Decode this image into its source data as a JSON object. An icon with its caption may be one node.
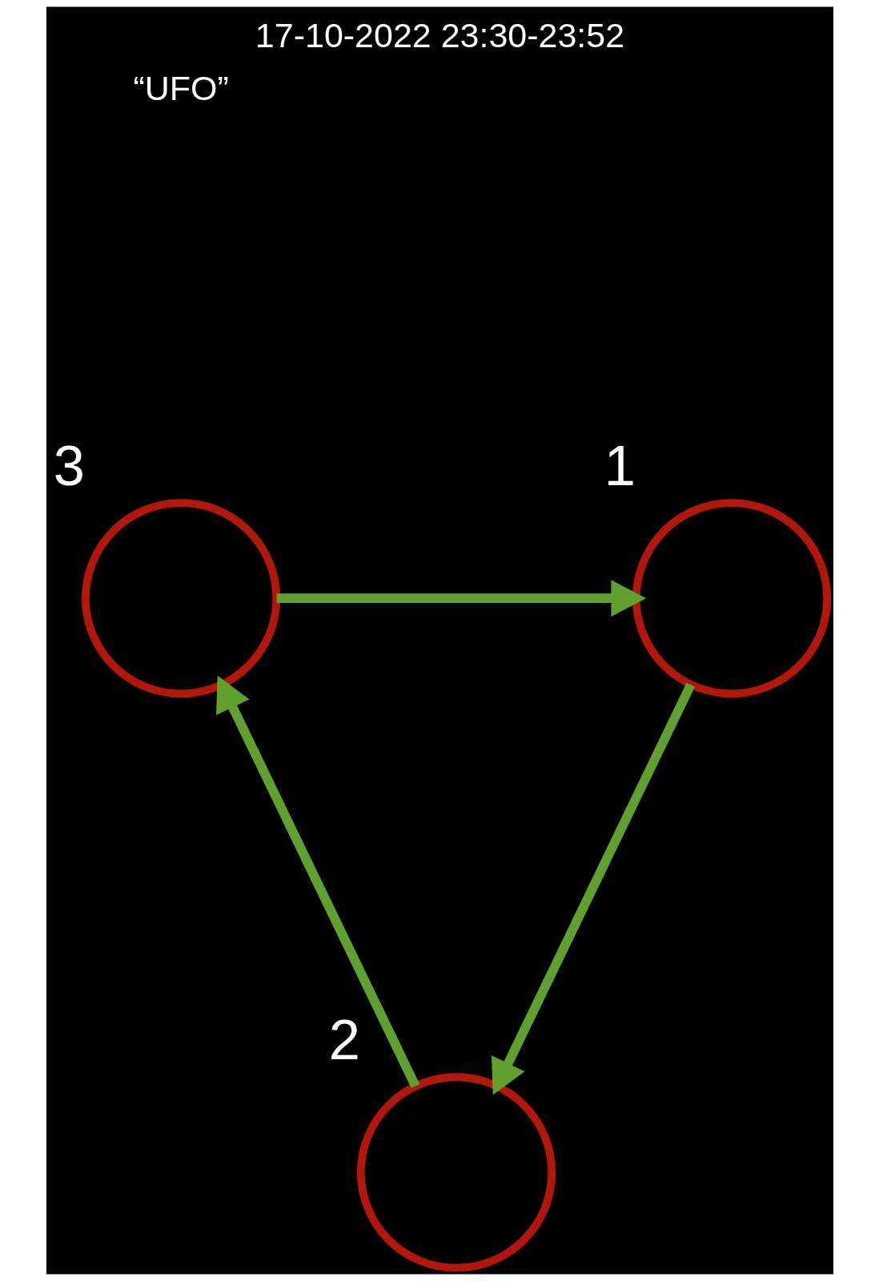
{
  "diagram": {
    "title": "17-10-2022 23:30-23:52",
    "nodes": [
      {
        "text": [],
        "shape": "circle",
        "beside": [
          "3"
        ]
      },
      {
        "text": [],
        "shape": "circle",
        "beside": [
          "1"
        ]
      },
      {
        "text": [],
        "shape": "circle",
        "beside": [
          "2"
        ]
      }
    ],
    "edges": [
      {
        "from": 0,
        "to": 1,
        "arrow": "to"
      },
      {
        "from": 1,
        "to": 2,
        "arrow": "to"
      },
      {
        "from": 2,
        "to": 0,
        "arrow": "to"
      }
    ],
    "labels": [
      "“UFO”"
    ]
  }
}
